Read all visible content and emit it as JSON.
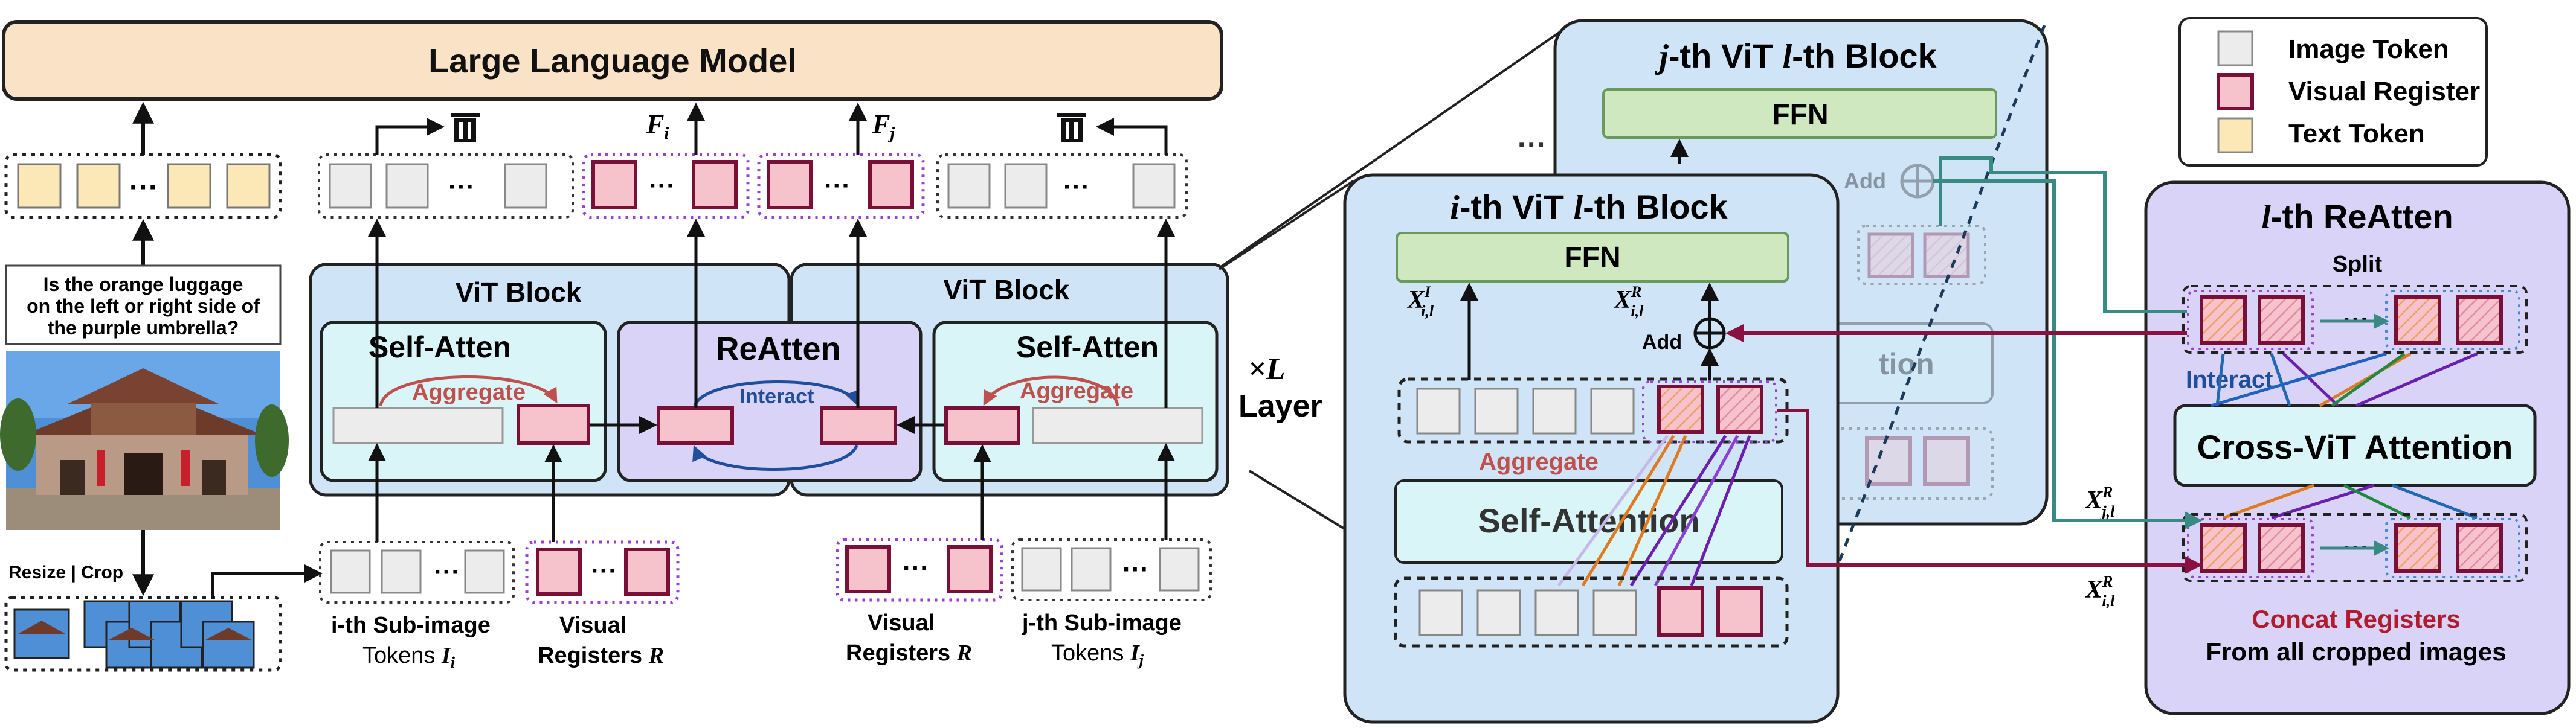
{
  "title": "Large Language Model",
  "legend": {
    "image_token": "Image Token",
    "visual_register": "Visual Register",
    "text_token": "Text Token"
  },
  "question": [
    "Is the orange luggage",
    "on the left or right side of",
    "the purple umbrella?"
  ],
  "resize_crop": "Resize | Crop",
  "output_features": {
    "fi": "F",
    "fi_sub": "i",
    "fj": "F",
    "fj_sub": "j"
  },
  "vit_block_label": "ViT Block",
  "self_atten": "Self-Atten",
  "re_atten": "ReAtten",
  "aggregate": "Aggregate",
  "interact": "Interact",
  "times_l": "×L",
  "layer": "Layer",
  "inputs": {
    "i_tokens_1": "i-th Sub-image",
    "i_tokens_2": "Tokens",
    "i_sym": "I",
    "i_sub": "i",
    "j_tokens_1": "j-th Sub-image",
    "j_tokens_2": "Tokens",
    "j_sym": "I",
    "j_sub": "j",
    "visual": "Visual",
    "registers": "Registers",
    "r_sym": "R"
  },
  "ith_block": {
    "prefix": "i",
    "vit": "-th ViT",
    "l": "l",
    "block": "-th Block"
  },
  "jth_block": {
    "prefix": "j",
    "vit": "-th ViT",
    "l": "l",
    "block": "-th Block"
  },
  "ffn": "FFN",
  "add": "Add",
  "self_attention": "Self-Attention",
  "ghost_text": "tion",
  "x_i_i": {
    "sym": "X",
    "sup": "I",
    "sub": "i,l"
  },
  "x_r_i": {
    "sym": "X",
    "sup": "R",
    "sub": "i,l"
  },
  "reatten_panel": {
    "l": "l",
    "title": "-th  ReAtten",
    "split": "Split",
    "interact": "Interact",
    "cross": "Cross-ViT Attention",
    "concat": "Concat Registers",
    "from_all": "From all cropped images"
  },
  "x_hat_j": {
    "sym": "X",
    "sup": "R",
    "sub": "j,l"
  },
  "x_hat_i": {
    "sym": "X",
    "sup": "R",
    "sub": "i,l"
  },
  "ellipsis": "···",
  "colors": {
    "llm_fill": "#fae2c6",
    "vit_fill": "#cfe4f7",
    "reatten_fill": "#d8d3f7",
    "selfatt_fill": "#d9f5f7",
    "register_fill": "#f6c3cc",
    "register_border": "#7a1038",
    "text_token_fill": "#fbe8b6",
    "image_token_fill": "#ececec",
    "ffn_fill": "#cfe8c0",
    "aggregate_red": "#c0504d",
    "interact_blue": "#1f4e9c",
    "concat_red": "#b01c2e",
    "purple_dot": "#9b3fd6"
  }
}
